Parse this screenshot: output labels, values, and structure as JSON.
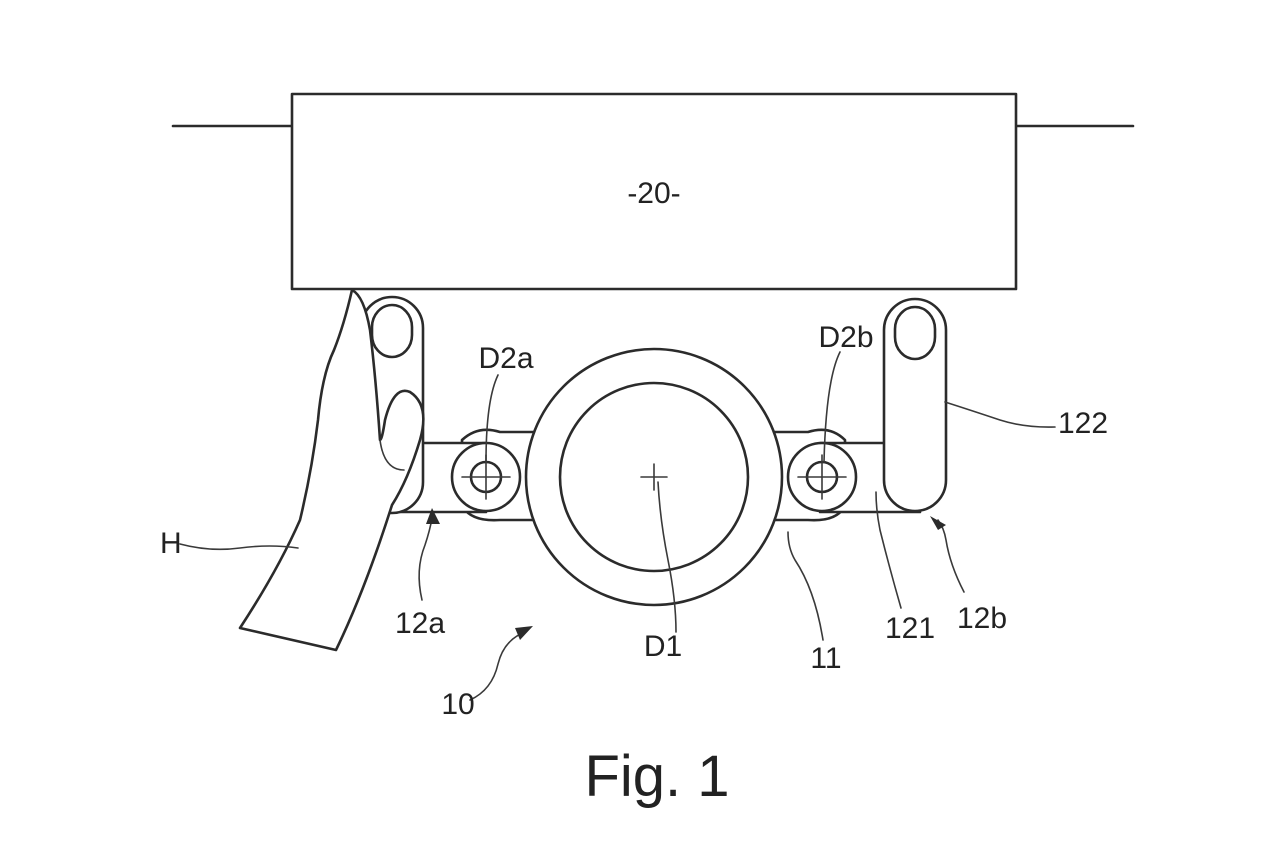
{
  "figure": {
    "caption": "Fig. 1",
    "labels": {
      "part_20": "-20-",
      "d2a": "D2a",
      "d2b": "D2b",
      "d1": "D1",
      "h": "H",
      "l12a": "12a",
      "l12b": "12b",
      "l11": "11",
      "l121": "121",
      "l122": "122",
      "l10": "10"
    }
  }
}
